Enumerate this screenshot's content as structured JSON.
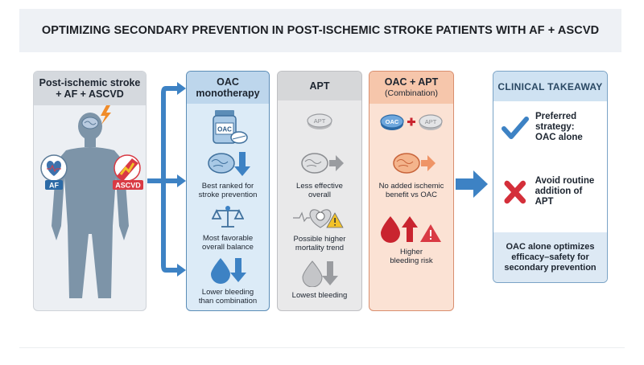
{
  "title": "OPTIMIZING SECONDARY PREVENTION IN POST-ISCHEMIC STROKE PATIENTS WITH AF + ASCVD",
  "patient": {
    "heading_line1": "Post-ischemic stroke",
    "heading_line2": "+ AF + ASCVD",
    "badge_af": "AF",
    "badge_ascvd": "ASCVD",
    "icons": [
      "person-silhouette-icon",
      "brain-icon",
      "lightning-icon",
      "heart-icon",
      "artery-plaque-icon"
    ]
  },
  "oac": {
    "heading_line1": "OAC",
    "heading_line2": "monotherapy",
    "pill_label": "OAC",
    "items": [
      {
        "icon": "brain-down-icon",
        "line1": "Best ranked for",
        "line2": "stroke prevention"
      },
      {
        "icon": "balance-scale-icon",
        "line1": "Most favorable",
        "line2": "overall balance"
      },
      {
        "icon": "drop-down-icon",
        "line1": "Lower bleeding",
        "line2": "than combination"
      }
    ]
  },
  "apt": {
    "heading": "APT",
    "pill_label": "APT",
    "items": [
      {
        "icon": "brain-right-icon",
        "line1": "Less effective",
        "line2": "overall"
      },
      {
        "icon": "heart-skull-warning-icon",
        "line1": "Possible higher",
        "line2": "mortality trend"
      },
      {
        "icon": "drop-down-icon",
        "line1": "Lowest bleeding",
        "line2": ""
      }
    ]
  },
  "combo": {
    "heading": "OAC + APT",
    "subheading": "(Combination)",
    "pill_oac": "OAC",
    "pill_apt": "APT",
    "items": [
      {
        "icon": "brain-right-icon",
        "line1": "No added ischemic",
        "line2": "benefit vs OAC"
      },
      {
        "icon": "drop-up-warning-icon",
        "line1": "Higher",
        "line2": "bleeding risk"
      }
    ]
  },
  "takeaway": {
    "heading": "CLINICAL TAKEAWAY",
    "rows": [
      {
        "icon": "checkmark-icon",
        "line1": "Preferred",
        "line2": "strategy:",
        "line3": "OAC alone"
      },
      {
        "icon": "cross-icon",
        "line1": "Avoid routine",
        "line2": "addition of APT",
        "line3": ""
      }
    ],
    "footer_line1": "OAC alone optimizes",
    "footer_line2": "efficacy–safety for",
    "footer_line3": "secondary prevention"
  },
  "colors": {
    "accent_blue": "#3d82c4",
    "oac_blue": "#2f6fa8",
    "apt_gray": "#9a9ca0",
    "combo_red": "#c9242f",
    "warning_yellow": "#f2c229",
    "af_badge": "#2c6aa6",
    "ascvd_badge": "#d93a44"
  }
}
